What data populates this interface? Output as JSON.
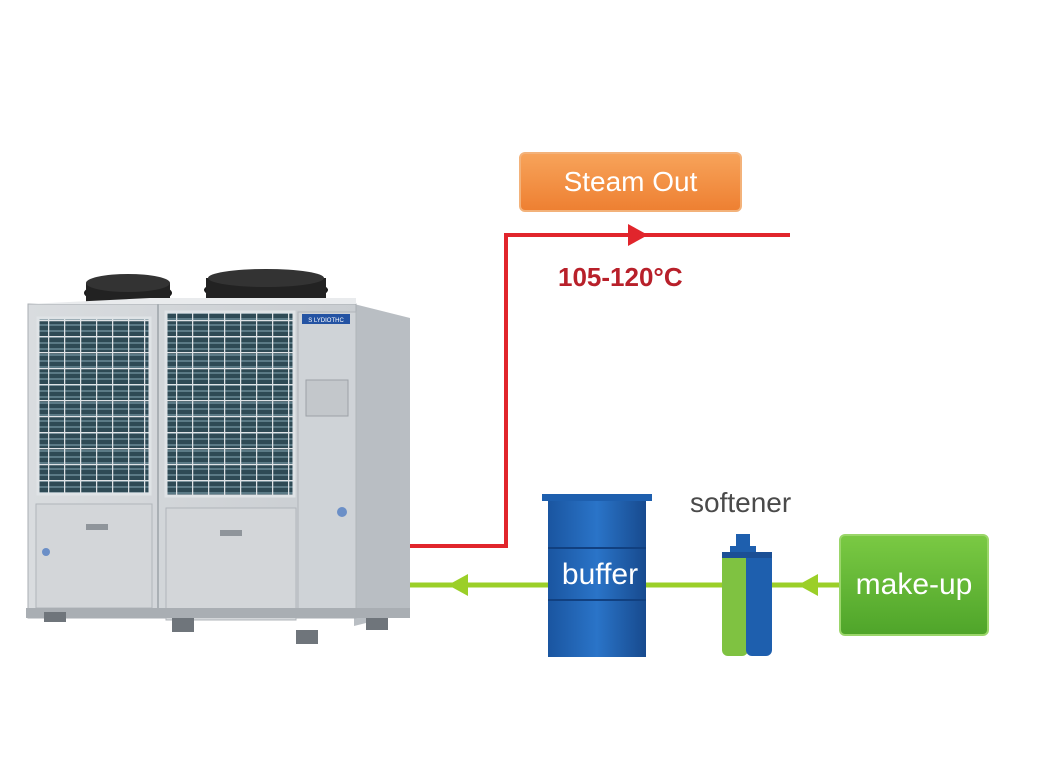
{
  "labels": {
    "steam_out": "Steam Out",
    "temperature": "105-120°C",
    "softener": "softener",
    "buffer": "buffer",
    "make_up": "make-up",
    "unit_brand": "S LYDIOTHC"
  },
  "colors": {
    "steam_line": "#e1252c",
    "water_line": "#9bcf28",
    "steam_box": "#f08a3a",
    "makeup_box": "#5db432",
    "buffer_tank": "#1e63b5",
    "temperature_text": "#b8202a"
  },
  "icons": [
    "heat-pump-unit-image",
    "fan-icon",
    "arrow-right-icon",
    "arrow-left-icon",
    "buffer-tank-icon",
    "softener-icon"
  ]
}
